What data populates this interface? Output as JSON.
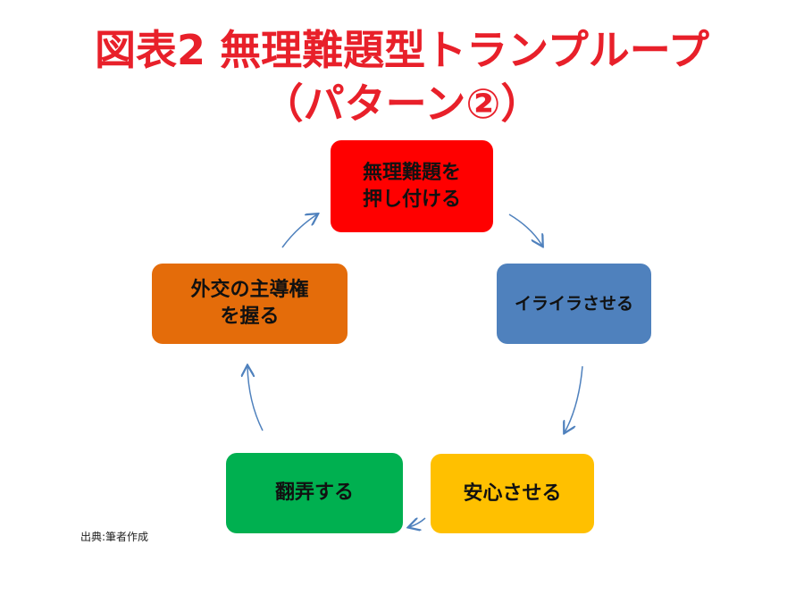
{
  "title": {
    "line1": "図表2 無理難題型トランプループ",
    "line2": "（パターン②）"
  },
  "nodes": [
    {
      "label": "無理難題を\n押し付ける",
      "color": "#ff0000"
    },
    {
      "label": "イライラさせる",
      "color": "#4f81bd"
    },
    {
      "label": "安心させる",
      "color": "#ffc000"
    },
    {
      "label": "翻弄する",
      "color": "#00b050"
    },
    {
      "label": "外交の主導権\nを握る",
      "color": "#e46c0a"
    }
  ],
  "arrow_color": "#4f81bd",
  "source": "出典:筆者作成"
}
